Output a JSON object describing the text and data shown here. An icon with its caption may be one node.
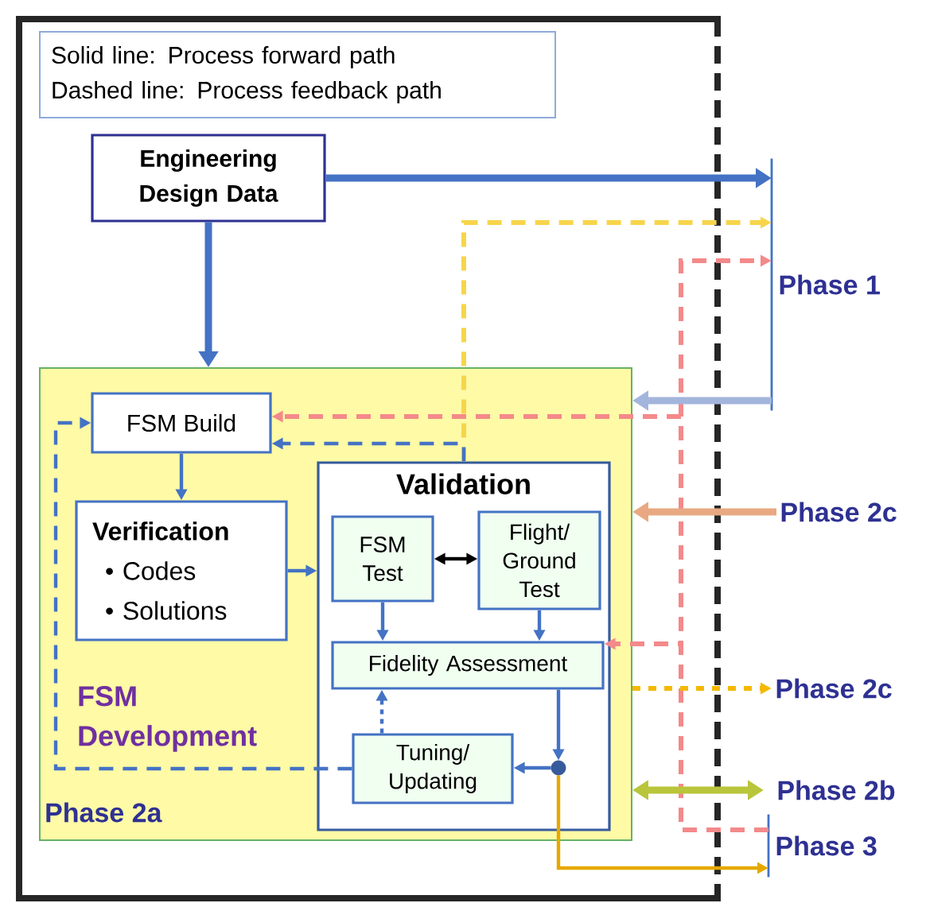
{
  "diagram": {
    "nodes": [
      {
        "text": [
          "Solid line:  Process forward path",
          "Dashed line: Process feedback path"
        ]
      },
      {
        "text": [
          "Engineering Design Data"
        ]
      },
      {
        "text": [
          "FSM Development",
          "Phase 2a"
        ]
      },
      {
        "text": [
          "FSM Build"
        ],
        "in": 2
      },
      {
        "text": [
          "Verification",
          "• Codes",
          "• Solutions"
        ],
        "in": 2
      },
      {
        "text": [
          "Validation"
        ],
        "in": 2
      },
      {
        "text": [
          "FSM Test"
        ],
        "in": 5
      },
      {
        "text": [
          "Flight/ Ground Test"
        ],
        "in": 5
      },
      {
        "text": [
          "Fidelity Assessment"
        ],
        "in": 5
      },
      {
        "text": [
          "Tuning/ Updating"
        ],
        "in": 5
      },
      {
        "text": [],
        "shape": "circle",
        "in": 5
      },
      {
        "text": [
          "Phase 1"
        ]
      },
      {
        "text": [
          "Phase 2c"
        ]
      },
      {
        "text": [
          "Phase 2c"
        ]
      },
      {
        "text": [
          "Phase 2b"
        ]
      },
      {
        "text": [
          "Phase 3"
        ]
      }
    ],
    "edges": [
      {
        "from": 1,
        "to": 11,
        "arrow": "to",
        "style": "thick"
      },
      {
        "from": 1,
        "to": 2,
        "arrow": "to",
        "style": "thick"
      },
      {
        "from": 5,
        "to": 11,
        "arrow": "to",
        "style": "dashed",
        "color": "#f7d54a"
      },
      {
        "from": 5,
        "to": 3,
        "arrow": "to",
        "style": "dashed"
      },
      {
        "from": 15,
        "to": 3,
        "arrow": "to",
        "style": "dashed",
        "color": "#f4898a"
      },
      {
        "from": 15,
        "to": 8,
        "arrow": "to",
        "style": "dashed",
        "color": "#f4898a"
      },
      {
        "from": 15,
        "to": 11,
        "arrow": "to",
        "style": "dashed",
        "color": "#f4898a"
      },
      {
        "from": 11,
        "to": 2,
        "arrow": "to",
        "style": "thick",
        "color": "#a3b5dc"
      },
      {
        "from": 12,
        "to": 2,
        "arrow": "to",
        "style": "thick",
        "color": "#e8a982"
      },
      {
        "from": 2,
        "to": 13,
        "arrow": "to",
        "style": "dashed",
        "color": "#f5b800"
      },
      {
        "from": 2,
        "to": 14,
        "arrow": "both",
        "style": "thick",
        "color": "#b9c53a"
      },
      {
        "from": 10,
        "to": 15,
        "arrow": "to",
        "color": "#e6a800"
      },
      {
        "from": 3,
        "to": 4,
        "arrow": "to"
      },
      {
        "from": 4,
        "to": 5,
        "arrow": "to"
      },
      {
        "from": 6,
        "to": 7,
        "arrow": "both",
        "color": "#000000"
      },
      {
        "from": 6,
        "to": 8,
        "arrow": "to"
      },
      {
        "from": 7,
        "to": 8,
        "arrow": "to"
      },
      {
        "from": 8,
        "to": 10,
        "arrow": "to"
      },
      {
        "from": 10,
        "to": 9,
        "arrow": "to"
      },
      {
        "from": 9,
        "to": 8,
        "arrow": "to",
        "style": "dashed"
      },
      {
        "from": 9,
        "to": 3,
        "arrow": "to",
        "style": "dashed"
      }
    ]
  }
}
